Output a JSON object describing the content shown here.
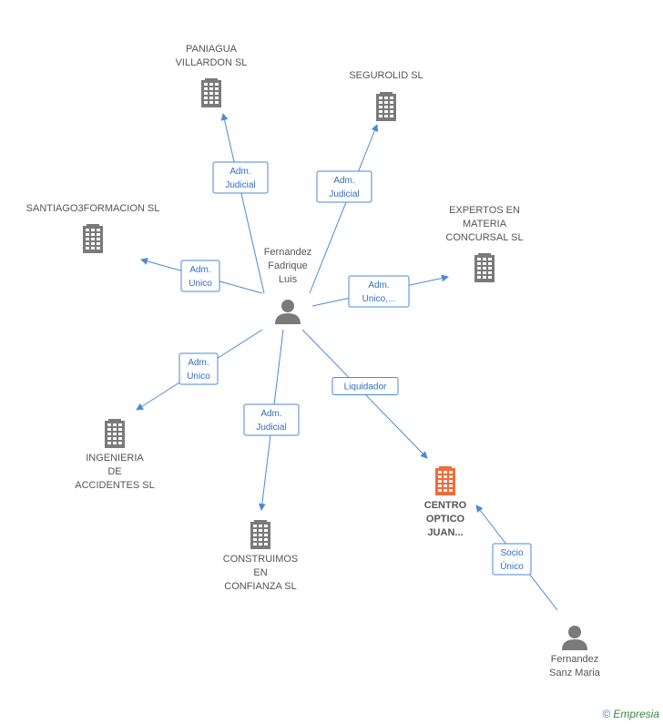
{
  "colors": {
    "company": "#7a7a7a",
    "focus_company": "#f26b3a",
    "person": "#7a7a7a",
    "edge": "#4a8ad8"
  },
  "nodes": [
    {
      "id": "paniagua",
      "kind": "company",
      "label": [
        "PANIAGUA",
        "VILLARDON SL"
      ]
    },
    {
      "id": "segurolid",
      "kind": "company",
      "label": [
        "SEGUROLID SL"
      ]
    },
    {
      "id": "santiago",
      "kind": "company",
      "label": [
        "SANTIAGO3FORMACION SL"
      ]
    },
    {
      "id": "expertos",
      "kind": "company",
      "label": [
        "EXPERTOS EN",
        "MATERIA",
        "CONCURSAL SL"
      ]
    },
    {
      "id": "fernandez_fl",
      "kind": "person",
      "label": [
        "Fernandez",
        "Fadrique",
        "Luis"
      ]
    },
    {
      "id": "ingenieria",
      "kind": "company",
      "label": [
        "INGENIERIA",
        "DE",
        "ACCIDENTES SL"
      ]
    },
    {
      "id": "construimos",
      "kind": "company",
      "label": [
        "CONSTRUIMOS",
        "EN",
        "CONFIANZA SL"
      ]
    },
    {
      "id": "centro",
      "kind": "focus_company",
      "label": [
        "CENTRO",
        "OPTICO",
        "JUAN..."
      ]
    },
    {
      "id": "fernandez_sm",
      "kind": "person",
      "label": [
        "Fernandez",
        "Sanz Maria"
      ]
    }
  ],
  "edges": [
    {
      "from": "fernandez_fl",
      "to": "paniagua",
      "label": [
        "Adm.",
        "Judicial"
      ]
    },
    {
      "from": "fernandez_fl",
      "to": "segurolid",
      "label": [
        "Adm.",
        "Judicial"
      ]
    },
    {
      "from": "fernandez_fl",
      "to": "santiago",
      "label": [
        "Adm.",
        "Unico"
      ]
    },
    {
      "from": "fernandez_fl",
      "to": "expertos",
      "label": [
        "Adm.",
        "Unico,..."
      ]
    },
    {
      "from": "fernandez_fl",
      "to": "ingenieria",
      "label": [
        "Adm.",
        "Unico"
      ]
    },
    {
      "from": "fernandez_fl",
      "to": "construimos",
      "label": [
        "Adm.",
        "Judicial"
      ]
    },
    {
      "from": "fernandez_fl",
      "to": "centro",
      "label": [
        "Liquidador"
      ]
    },
    {
      "from": "fernandez_sm",
      "to": "centro",
      "label": [
        "Socio",
        "Único"
      ]
    }
  ],
  "footer": {
    "copyright_symbol": "©",
    "brand": "Empresia"
  }
}
